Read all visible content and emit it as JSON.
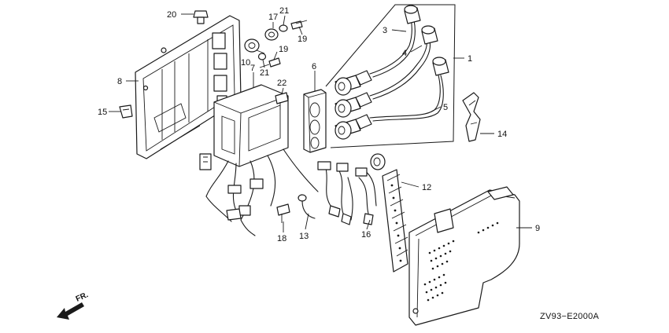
{
  "callouts": {
    "c1": "1",
    "c3": "3",
    "c4": "4",
    "c5": "5",
    "c6": "6",
    "c7": "7",
    "c8": "8",
    "c9": "9",
    "c10": "10",
    "c12": "12",
    "c13": "13",
    "c14": "14",
    "c15": "15",
    "c16": "16",
    "c17": "17",
    "c18": "18",
    "c19a": "19",
    "c19b": "19",
    "c20": "20",
    "c21a": "21",
    "c21b": "21",
    "c22": "22"
  },
  "direction_label": "FR.",
  "diagram_code": "ZV93−E2000A"
}
